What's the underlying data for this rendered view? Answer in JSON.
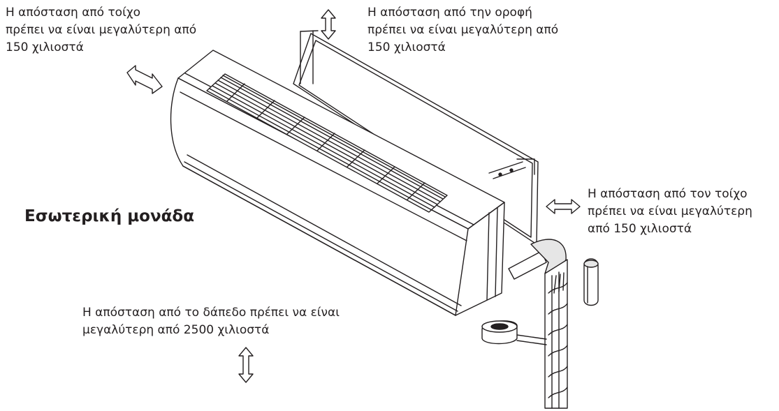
{
  "labels": {
    "wall_left": "Η απόσταση από τοίχο\nπρέπει να είναι μεγαλύτερη από\n150 χιλιοστά",
    "ceiling": "Η απόσταση από την οροφή\nπρέπει να είναι μεγαλύτερη από\n150 χιλιοστά",
    "wall_right": "Η απόσταση από τον τοίχο\nπρέπει να είναι μεγαλύτερη\nαπό 150 χιλιοστά",
    "floor": "Η απόσταση από το δάπεδο πρέπει να είναι\nμεγαλύτερη από 2500 χιλιοστά",
    "title": "Εσωτερική μονάδα"
  }
}
